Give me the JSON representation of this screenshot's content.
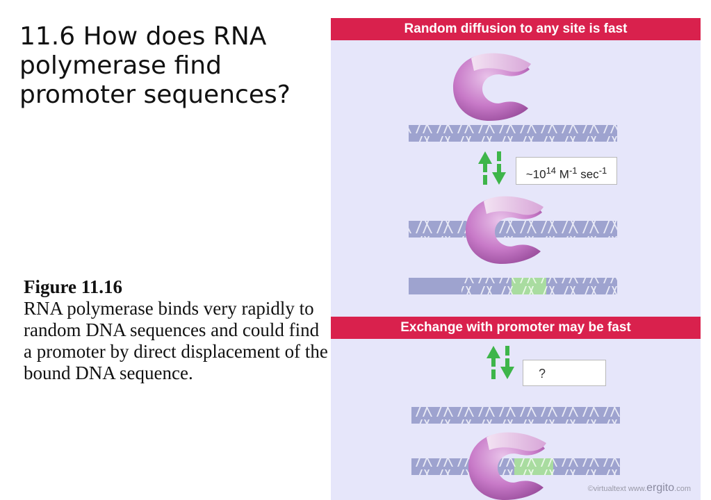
{
  "slide": {
    "title": "11.6 How does RNA polymerase find promoter sequences?"
  },
  "caption": {
    "label": "Figure 11.16",
    "text": "RNA polymerase binds very rapidly to random DNA sequences and could find a promoter by direct displacement of the bound DNA sequence."
  },
  "figure": {
    "panel_top": {
      "banner": "Random diffusion to any site is fast"
    },
    "panel_bottom": {
      "banner": "Exchange with promoter may be fast"
    },
    "rate": {
      "prefix": "~10",
      "exp1": "14",
      "unit1": " M",
      "exp2": "-1",
      "unit2": " sec",
      "exp3": "-1"
    },
    "unknown_rate": "?",
    "credit": {
      "left": "©virtualtext  www.",
      "brand": "ergito",
      "right": ".com"
    },
    "colors": {
      "background": "#e6e6fa",
      "banner": "#d9214d",
      "dna": "#9ea3cf",
      "promoter": "#a9dca0",
      "polymerase": "#c87ac8",
      "arrow": "#3eb54a"
    }
  }
}
